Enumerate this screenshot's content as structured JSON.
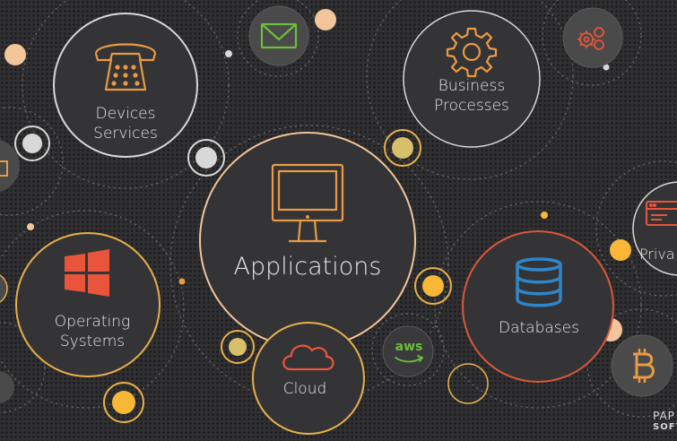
{
  "nodes": {
    "applications": {
      "label": "Applications"
    },
    "devices": {
      "line1": "Devices",
      "line2": "Services"
    },
    "business": {
      "line1": "Business",
      "line2": "Processes"
    },
    "operating": {
      "line1": "Operating",
      "line2": "Systems"
    },
    "cloud": {
      "label": "Cloud"
    },
    "databases": {
      "label": "Databases"
    },
    "privacy": {
      "label": "Priva"
    },
    "aws": {
      "label": "aws"
    }
  },
  "brand": {
    "line1": "PAP",
    "line2": "SOFT"
  },
  "colors": {
    "background": "#303032",
    "ring_light": "#d8d8d8",
    "ring_gold": "#e6b04a",
    "ring_red": "#d9573b",
    "accent_orange": "#e99a44",
    "accent_red": "#e8553a",
    "accent_blue": "#2f86c9",
    "accent_green": "#6bbf3a",
    "peach": "#f2c59a",
    "yellow": "#f8b736"
  },
  "icons": [
    "phone-icon",
    "envelope-icon",
    "gear-icon",
    "gears-icon",
    "monitor-icon",
    "windows-logo-icon",
    "cloud-icon",
    "database-icon",
    "browser-icon",
    "bitcoin-icon",
    "aws-logo-icon"
  ]
}
